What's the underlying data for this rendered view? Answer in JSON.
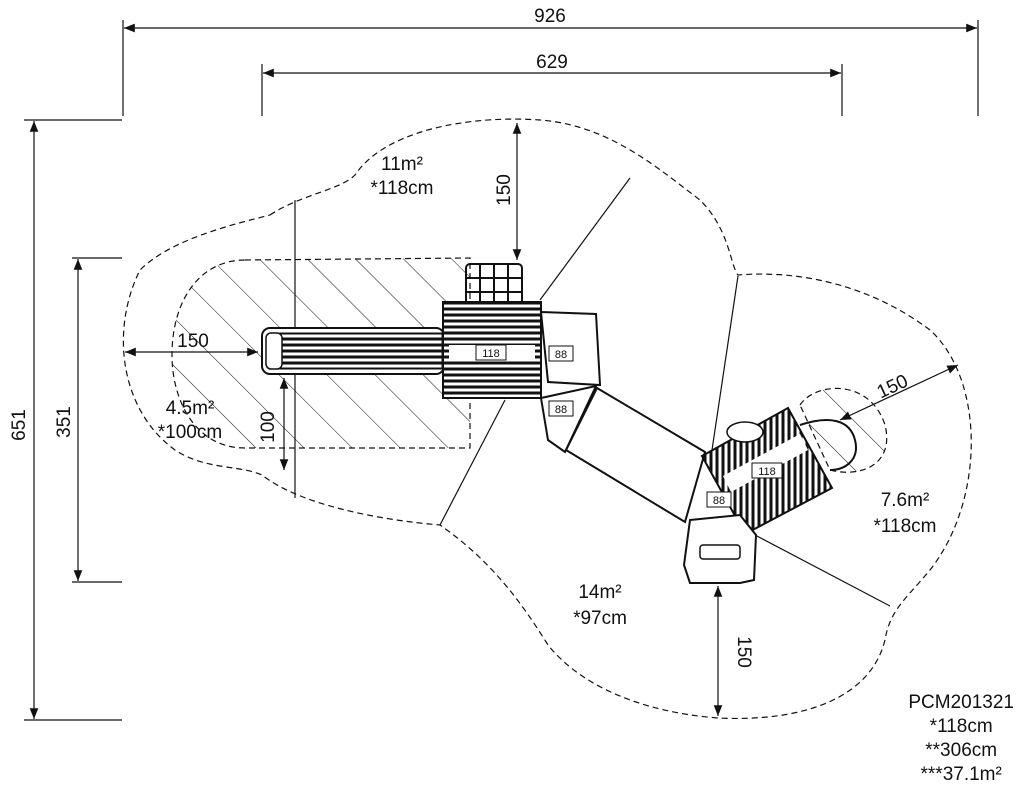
{
  "dimensions": {
    "overall_width": "926",
    "equipment_width": "629",
    "overall_height": "651",
    "equipment_height": "351"
  },
  "clearances": {
    "top": "150",
    "left": "150",
    "bottom": "150",
    "right": "150",
    "inner": "100"
  },
  "zones": {
    "top_area": "11m²",
    "top_height": "*118cm",
    "slide_area": "4.5m²",
    "slide_height": "*100cm",
    "bottom_area": "14m²",
    "bottom_height": "*97cm",
    "right_area": "7.6m²",
    "right_height": "*118cm"
  },
  "platform_tags": {
    "main_platform": "118",
    "right_platform": "118",
    "step_upper": "88",
    "step_lower": "88",
    "step_right": "88"
  },
  "product": {
    "code": "PCM201321",
    "free_height": "*118cm",
    "fall_height": "**306cm",
    "area": "***37.1m²"
  }
}
